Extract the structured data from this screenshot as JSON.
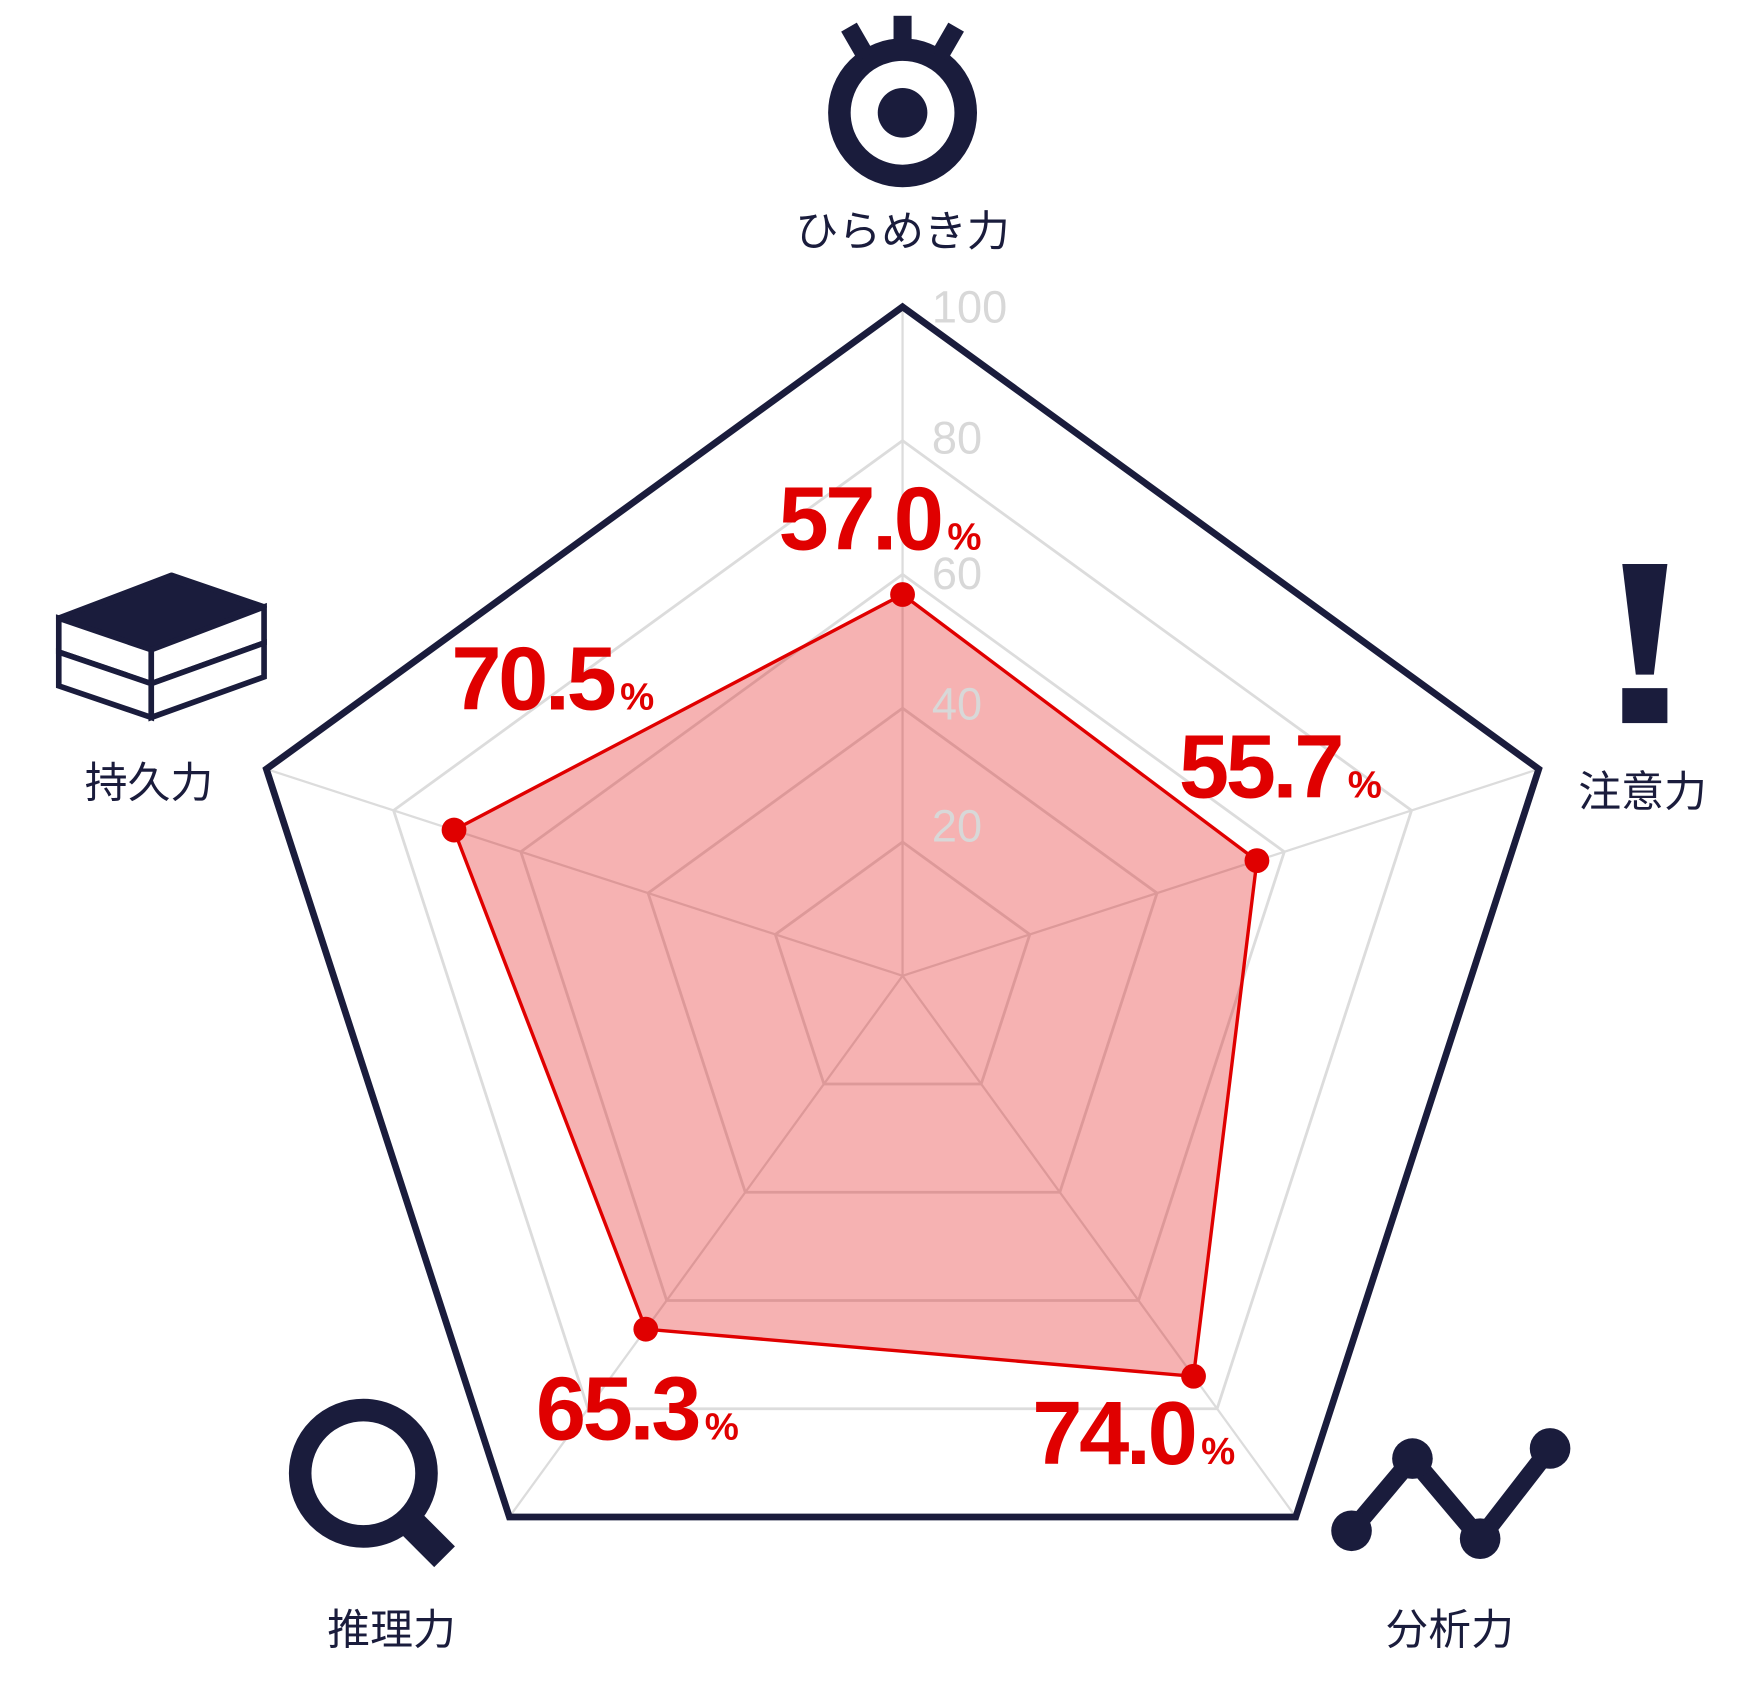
{
  "chart_data": {
    "type": "radar",
    "axes": [
      "ひらめき力",
      "注意力",
      "分析力",
      "推理力",
      "持久力"
    ],
    "values": [
      57.0,
      55.7,
      74.0,
      65.3,
      70.5
    ],
    "value_labels": [
      "57.0",
      "55.7",
      "74.0",
      "65.3",
      "70.5"
    ],
    "unit": "%",
    "range": [
      0,
      100
    ],
    "ticks": [
      "20",
      "40",
      "60",
      "80",
      "100"
    ],
    "icons": [
      "lightbulb-icon",
      "exclamation-icon",
      "line-chart-icon",
      "magnifier-icon",
      "books-icon"
    ],
    "colors": {
      "series": "#e00000",
      "fill": "#f2b0b0",
      "frame": "#1a1c3c",
      "grid": "#dcdcdc"
    }
  }
}
